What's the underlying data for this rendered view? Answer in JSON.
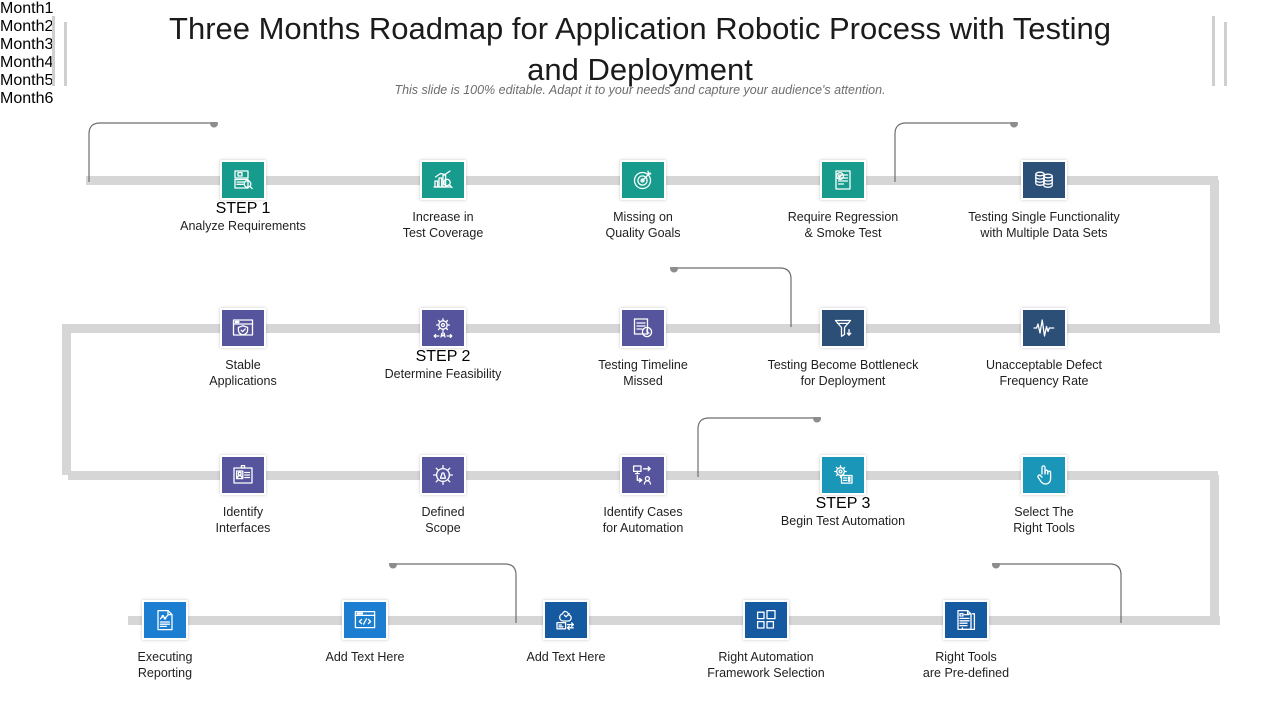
{
  "header": {
    "title": "Three Months Roadmap for Application Robotic Process with Testing and Deployment",
    "subtitle": "This slide is 100% editable. Adapt it to your needs and capture your audience's attention."
  },
  "colors": {
    "teal": "#169b8c",
    "indigo": "#56549c",
    "navy": "#2b4f76",
    "cyan": "#1a96b8",
    "blue": "#1b7ed1",
    "deep_blue": "#1559a0",
    "track": "#d6d6d6",
    "bracket": "#6d6d6d",
    "dot": "#8d8d8d"
  },
  "months": [
    {
      "id": "month-1",
      "word": "Month",
      "number": "1"
    },
    {
      "id": "month-2",
      "word": "Month",
      "number": "2"
    },
    {
      "id": "month-3",
      "word": "Month",
      "number": "3"
    },
    {
      "id": "month-4",
      "word": "Month",
      "number": "4"
    },
    {
      "id": "month-5",
      "word": "Month",
      "number": "5"
    },
    {
      "id": "month-6",
      "word": "Month",
      "number": "6"
    }
  ],
  "rows": [
    {
      "id": "row-1",
      "nodes": [
        {
          "icon": "document-search-icon",
          "color": "teal",
          "bold": "STEP 1",
          "label": "Analyze Requirements"
        },
        {
          "icon": "bar-chart-magnifier-icon",
          "color": "teal",
          "bold": "",
          "label": "Increase in\nTest Coverage"
        },
        {
          "icon": "target-icon",
          "color": "teal",
          "bold": "",
          "label": "Missing on\nQuality Goals"
        },
        {
          "icon": "test-document-icon",
          "color": "teal",
          "bold": "",
          "label": "Require  Regression\n& Smoke Test"
        },
        {
          "icon": "database-stack-icon",
          "color": "navy",
          "bold": "",
          "label": "Testing Single Functionality\nwith Multiple Data Sets"
        }
      ]
    },
    {
      "id": "row-2",
      "nodes": [
        {
          "icon": "browser-shield-icon",
          "color": "indigo",
          "bold": "",
          "label": "Stable\nApplications"
        },
        {
          "icon": "gear-people-icon",
          "color": "indigo",
          "bold": "STEP 2",
          "label": "Determine  Feasibility"
        },
        {
          "icon": "timeline-clock-icon",
          "color": "indigo",
          "bold": "",
          "label": "Testing Timeline\nMissed"
        },
        {
          "icon": "funnel-bottleneck-icon",
          "color": "navy",
          "bold": "",
          "label": "Testing Become Bottleneck\nfor Deployment"
        },
        {
          "icon": "waveform-icon",
          "color": "navy",
          "bold": "",
          "label": "Unacceptable  Defect\nFrequency Rate"
        }
      ]
    },
    {
      "id": "row-3",
      "nodes": [
        {
          "icon": "id-badge-icon",
          "color": "indigo",
          "bold": "",
          "label": "Identify\nInterfaces"
        },
        {
          "icon": "crosshair-scope-icon",
          "color": "indigo",
          "bold": "",
          "label": "Defined\nScope"
        },
        {
          "icon": "workflow-user-icon",
          "color": "indigo",
          "bold": "",
          "label": "Identify Cases\nfor Automation"
        },
        {
          "icon": "gear-settings-icon",
          "color": "cyan",
          "bold": "STEP 3",
          "label": "Begin Test Automation"
        },
        {
          "icon": "hand-pointer-icon",
          "color": "cyan",
          "bold": "",
          "label": "Select The\nRight Tools"
        }
      ]
    },
    {
      "id": "row-4",
      "nodes": [
        {
          "icon": "report-chart-icon",
          "color": "blue",
          "bold": "",
          "label": "Executing\nReporting"
        },
        {
          "icon": "browser-code-icon",
          "color": "blue",
          "bold": "",
          "label": "Add Text Here"
        },
        {
          "icon": "cloud-transfer-icon",
          "color": "deep_blue",
          "bold": "",
          "label": "Add Text Here"
        },
        {
          "icon": "grid-blocks-icon",
          "color": "deep_blue",
          "bold": "",
          "label": "Right Automation\nFramework Selection"
        },
        {
          "icon": "checklist-docs-icon",
          "color": "deep_blue",
          "bold": "",
          "label": "Right Tools\nare Pre-defined"
        }
      ]
    }
  ]
}
